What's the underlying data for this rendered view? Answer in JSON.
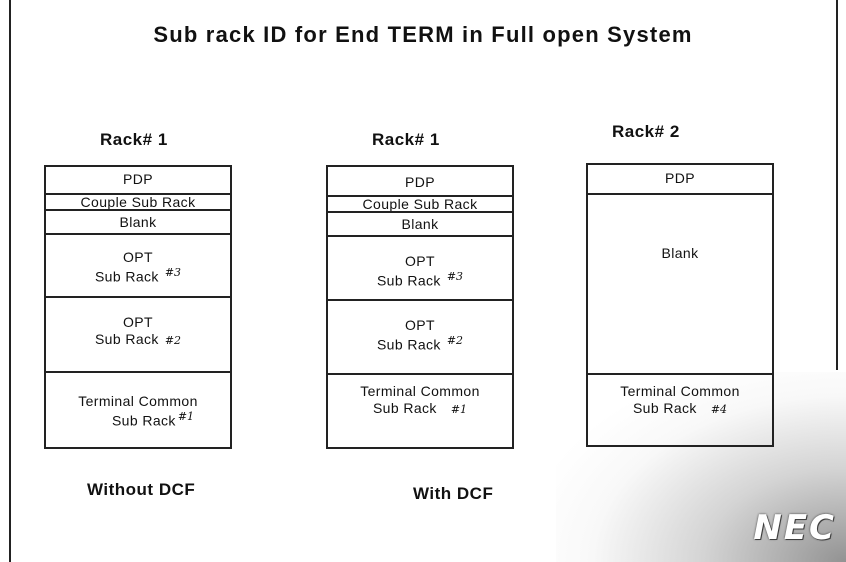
{
  "title": "Sub rack ID for End TERM in Full open System",
  "racks": [
    {
      "label": "Rack# 1",
      "caption": "Without DCF",
      "slots": [
        {
          "text": "PDP"
        },
        {
          "text": "Couple Sub Rack"
        },
        {
          "text": "Blank"
        },
        {
          "line1": "OPT",
          "line2": "Sub Rack",
          "num": "#3"
        },
        {
          "line1": "OPT",
          "line2": "Sub Rack",
          "num": "#2"
        },
        {
          "line1": "Terminal Common",
          "line2": "Sub Rack",
          "num": "#1"
        }
      ]
    },
    {
      "label": "Rack# 1",
      "caption": "With DCF",
      "slots": [
        {
          "text": "PDP"
        },
        {
          "text": "Couple Sub Rack"
        },
        {
          "text": "Blank"
        },
        {
          "line1": "OPT",
          "line2": "Sub Rack",
          "num": "#3"
        },
        {
          "line1": "OPT",
          "line2": "Sub Rack",
          "num": "#2"
        },
        {
          "line1": "Terminal Common",
          "line2": "Sub Rack",
          "num": "#1"
        }
      ]
    },
    {
      "label": "Rack# 2",
      "caption": "",
      "slots": [
        {
          "text": "PDP"
        },
        {
          "text": "Blank"
        },
        {
          "line1": "Terminal Common",
          "line2": "Sub Rack",
          "num": "#4"
        }
      ]
    }
  ],
  "logo": "NEC"
}
